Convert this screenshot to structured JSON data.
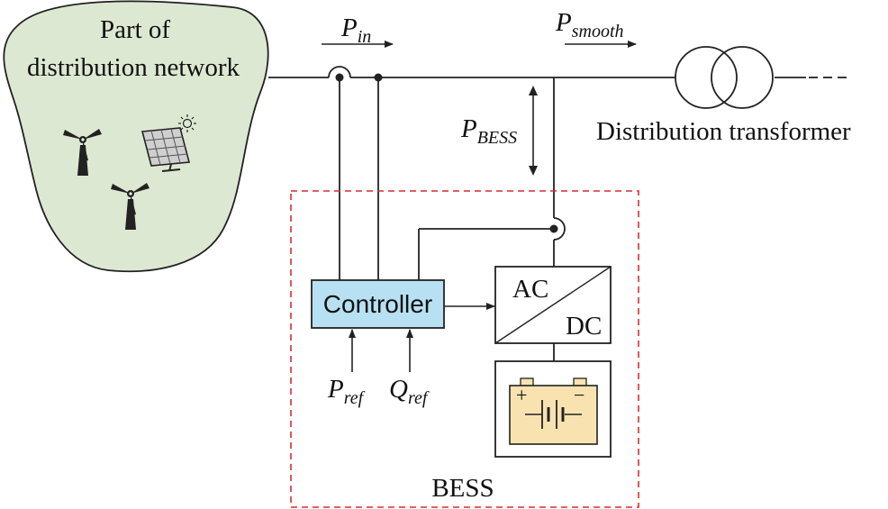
{
  "network": {
    "label_line1": "Part of",
    "label_line2": "distribution network",
    "fill_color": "#dde8d2"
  },
  "flows": {
    "p_in": {
      "symbol": "P",
      "subscript": "in"
    },
    "p_smooth": {
      "symbol": "P",
      "subscript": "smooth"
    },
    "p_bess": {
      "symbol": "P",
      "subscript": "BESS"
    }
  },
  "transformer": {
    "label": "Distribution transformer"
  },
  "bess": {
    "label": "BESS",
    "border_color": "#d32f2f"
  },
  "controller": {
    "label": "Controller",
    "fill_color": "#b7e1f3"
  },
  "converter": {
    "ac_label": "AC",
    "dc_label": "DC"
  },
  "battery": {
    "plus": "+",
    "minus": "−",
    "fill_color": "#f8e3b0"
  },
  "references": {
    "p_ref": {
      "symbol": "P",
      "subscript": "ref"
    },
    "q_ref": {
      "symbol": "Q",
      "subscript": "ref"
    }
  },
  "icons": [
    "wind-turbine-icon",
    "solar-panel-icon",
    "sun-icon"
  ]
}
